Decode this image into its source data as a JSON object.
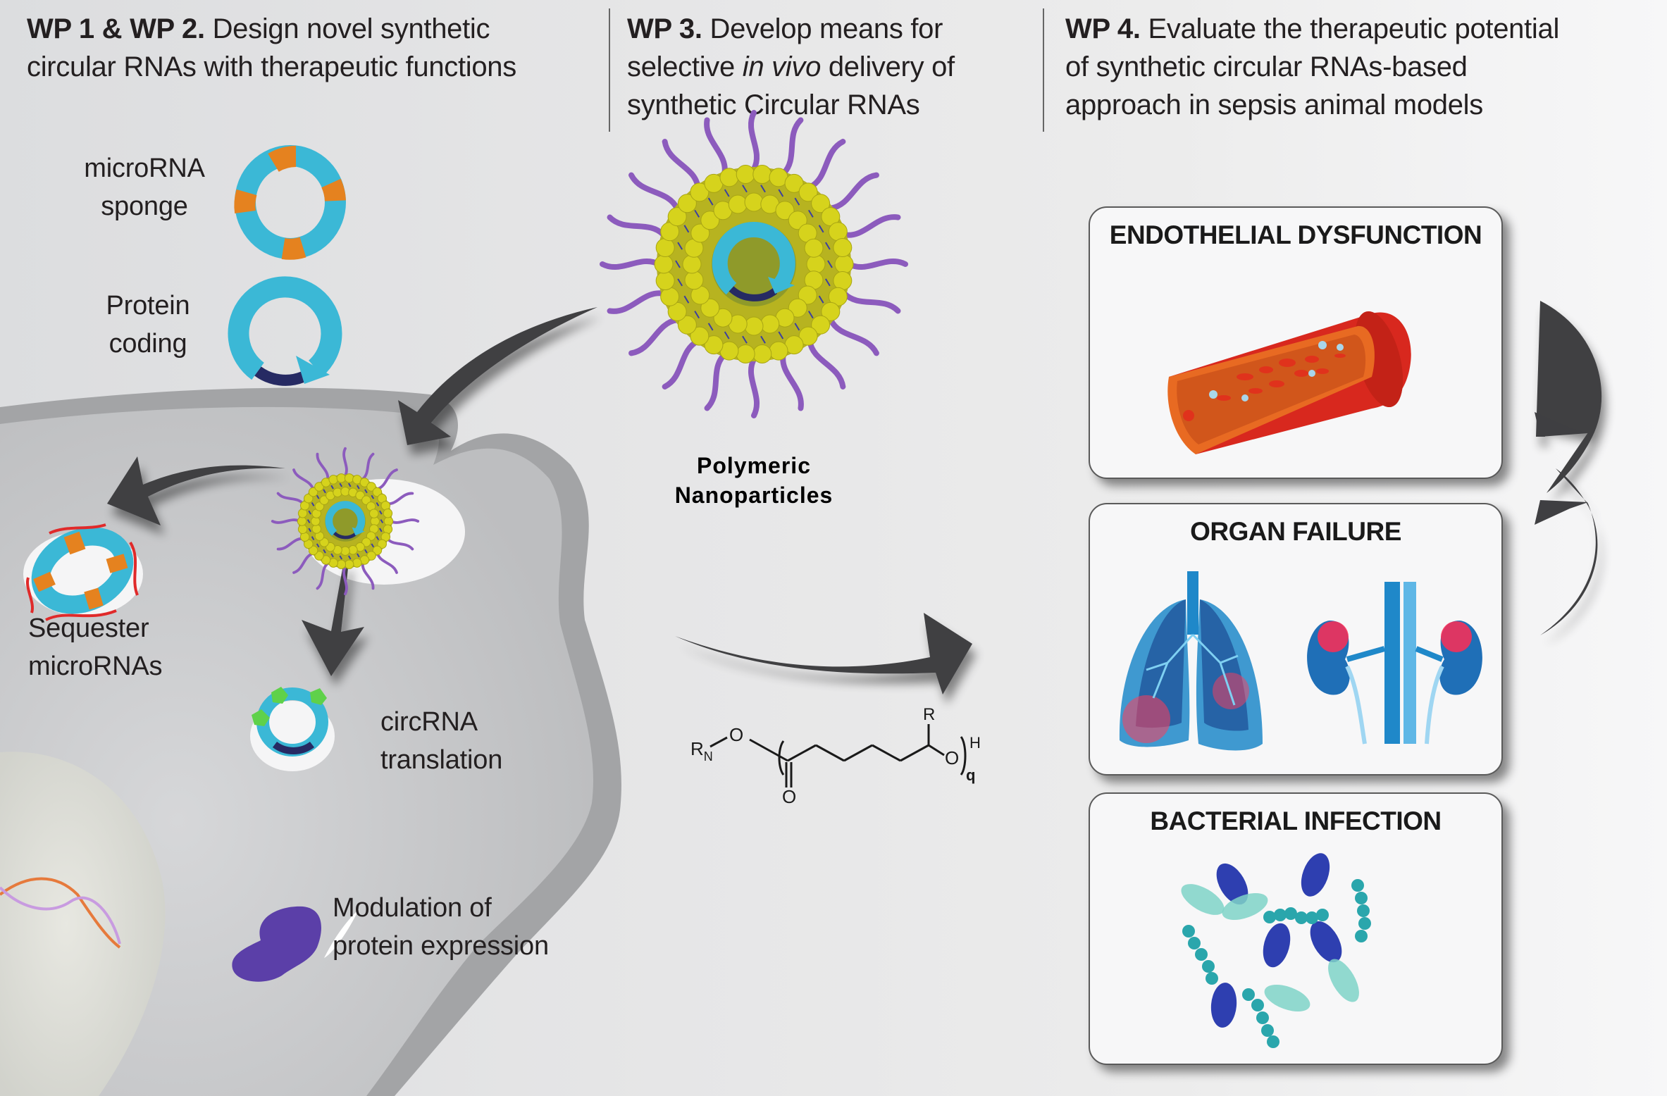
{
  "headers": [
    {
      "id": "wp12",
      "bold": "WP 1 & WP 2.",
      "line1_rest": " Design novel synthetic",
      "line2": "circular RNAs with therapeutic functions"
    },
    {
      "id": "wp3",
      "bold": "WP 3.",
      "line1_rest": " Develop means for",
      "line2_pre": "selective ",
      "line2_italic": "in vivo",
      "line2_post": " delivery of",
      "line3": "synthetic Circular RNAs"
    },
    {
      "id": "wp4",
      "bold": "WP 4.",
      "line1_rest": " Evaluate the therapeutic potential",
      "line2": "of synthetic circular RNAs-based",
      "line3": "approach in sepsis animal models"
    }
  ],
  "design_labels": {
    "sponge_line1": "microRNA",
    "sponge_line2": "sponge",
    "coding_line1": "Protein",
    "coding_line2": "coding"
  },
  "nanoparticle_label": {
    "line1": "Polymeric",
    "line2": "Nanoparticles"
  },
  "cell_labels": {
    "sequester_line1": "Sequester",
    "sequester_line2": "microRNAs",
    "translation_line1": "circRNA",
    "translation_line2": "translation",
    "modulation_line1": "Modulation of",
    "modulation_line2": "protein expression"
  },
  "chemical_structure": {
    "rn_label": "R",
    "rn_sub": "N",
    "o_label": "O",
    "r_label": "R",
    "h_label": "H",
    "q_label": "q"
  },
  "panels": [
    {
      "title": "ENDOTHELIAL DYSFUNCTION"
    },
    {
      "title": "ORGAN FAILURE"
    },
    {
      "title": "BACTERIAL INFECTION"
    }
  ],
  "colors": {
    "circ_rna": "#3bb8d6",
    "mirna_site": "#e5821f",
    "orf": "#262a63",
    "nanoparticle_shell": "#d6d31c",
    "peg_chain": "#8c5bbd",
    "arrow": "#3f3f42",
    "cell": "#c5c6c8",
    "membrane": "#a1a2a4",
    "vessel": "#d8281e",
    "organ_blue": "#1f88c9",
    "bacteria_blue": "#2e3fb0",
    "bacteria_teal": "#2aa6ac"
  }
}
